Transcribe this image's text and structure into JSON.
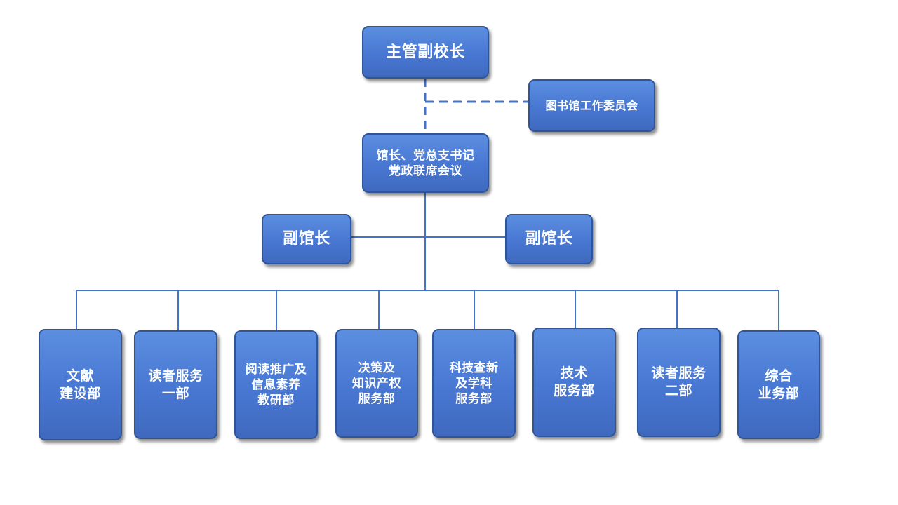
{
  "nodes": {
    "vice_president": "主管副校长",
    "library_committee": "图书馆工作委员会",
    "director_meeting": "馆长、党总支书记\n党政联席会议",
    "deputy_director_left": "副馆长",
    "deputy_director_right": "副馆长",
    "departments": [
      "文献\n建设部",
      "读者服务\n一部",
      "阅读推广及\n信息素养\n教研部",
      "决策及\n知识产权\n服务部",
      "科技查新\n及学科\n服务部",
      "技术\n服务部",
      "读者服务\n二部",
      "综合\n业务部"
    ]
  },
  "colors": {
    "box_fill": "#4a7bd4",
    "box_border": "#2f5597",
    "connector": "#4472c4",
    "text": "#ffffff"
  }
}
